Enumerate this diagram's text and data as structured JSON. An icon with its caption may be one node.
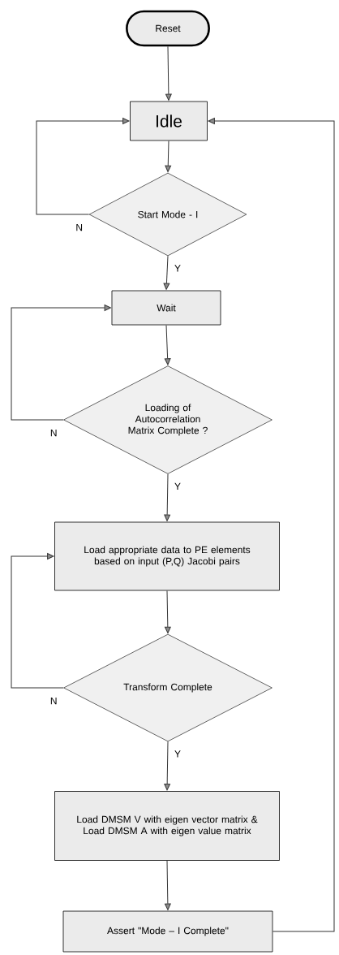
{
  "diagram": {
    "nodes": [
      {
        "text": [
          "Reset"
        ]
      },
      {
        "text": [
          "Idle"
        ]
      },
      {
        "text": [
          "Start Mode - I"
        ]
      },
      {
        "text": [
          "Wait"
        ]
      },
      {
        "text": [
          "Loading of Autocorrelation Matrix Complete ?"
        ]
      },
      {
        "text": [
          "Load appropriate data to PE elements based on input (P,Q) Jacobi pairs"
        ]
      },
      {
        "text": [
          "Transform Complete"
        ]
      },
      {
        "text": [
          "Load DMSM V with eigen vector matrix & Load DMSM A with eigen value matrix"
        ]
      },
      {
        "text": [
          "Assert \"Mode – I Complete\""
        ]
      }
    ],
    "edges": [
      {
        "from": 0,
        "to": 1,
        "arrow": "to"
      },
      {
        "from": 1,
        "to": 2,
        "arrow": "to"
      },
      {
        "from": 2,
        "to": 1,
        "arrow": "to",
        "label": "N"
      },
      {
        "from": 2,
        "to": 3,
        "arrow": "to",
        "label": "Y"
      },
      {
        "from": 3,
        "to": 4,
        "arrow": "to"
      },
      {
        "from": 4,
        "to": 3,
        "arrow": "to",
        "label": "N"
      },
      {
        "from": 4,
        "to": 5,
        "arrow": "to",
        "label": "Y"
      },
      {
        "from": 5,
        "to": 6,
        "arrow": "to"
      },
      {
        "from": 6,
        "to": 5,
        "arrow": "to",
        "label": "N"
      },
      {
        "from": 6,
        "to": 7,
        "arrow": "to",
        "label": "Y"
      },
      {
        "from": 7,
        "to": 8,
        "arrow": "to"
      },
      {
        "from": 8,
        "to": 1,
        "arrow": "to"
      }
    ]
  }
}
